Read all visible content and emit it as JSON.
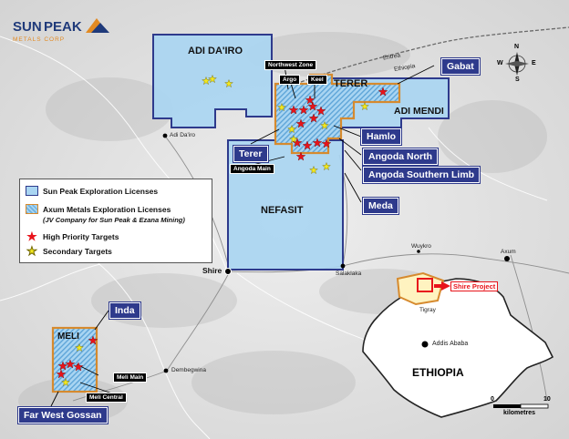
{
  "logo": {
    "name": "SUN PEAK",
    "subtitle": "METALS CORP"
  },
  "licenses": {
    "adi_dairo": "ADI DA'IRO",
    "terer_block": "TERER",
    "adi_mendi": "ADI MENDI",
    "nefasit": "NEFASIT",
    "meli": "MELI"
  },
  "callouts": {
    "gabat": "Gabat",
    "hamlo": "Hamlo",
    "terer": "Terer",
    "angoda_north": "Angoda North",
    "angoda_southern_limb": "Angoda Southern Limb",
    "meda": "Meda",
    "inda": "Inda",
    "far_west_gossan": "Far West Gossan"
  },
  "target_labels": {
    "northwest_zone": "Northwest Zone",
    "argo": "Argo",
    "keel": "Keel",
    "angoda_main": "Angoda Main",
    "meli_main": "Meli Main",
    "meli_central": "Meli Central"
  },
  "towns": {
    "adi_dairo": "Adi Da'iro",
    "shire": "Shire",
    "salaklaka": "Salaklaka",
    "wuykro": "Wuykro",
    "axum": "Axum",
    "dembegwina": "Dembegwina",
    "addis_ababa": "Addis Ababa",
    "tigray": "Tigray"
  },
  "borders": {
    "eritrea": "Eritrea",
    "ethiopia": "Ethiopia"
  },
  "inset": {
    "country": "ETHIOPIA",
    "project": "Shire Project"
  },
  "legend": {
    "sun_peak": "Sun Peak Exploration Licenses",
    "axum": "Axum Metals Exploration Licenses",
    "axum_note": "(JV Company for Sun Peak & Ezana Mining)",
    "high": "High Priority Targets",
    "secondary": "Secondary Targets"
  },
  "scale": {
    "zero": "0",
    "ten": "10",
    "unit": "kilometres"
  },
  "compass": {
    "n": "N",
    "s": "S",
    "e": "E",
    "w": "W"
  },
  "colors": {
    "sun_peak_fill": "#a9d5f2",
    "license_border": "#2e3a8c",
    "axum_border": "#d68a2e",
    "high_priority": "#e8141b",
    "secondary": "#f3e81e",
    "callout": "#2e3a8c"
  }
}
